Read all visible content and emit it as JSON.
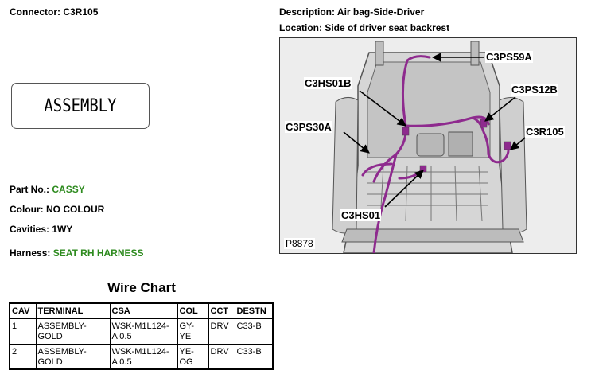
{
  "connector": {
    "label": "Connector:",
    "value": "C3R105"
  },
  "description": {
    "label": "Description:",
    "value": "Air bag-Side-Driver"
  },
  "location": {
    "label": "Location:",
    "value": "Side of driver seat backrest"
  },
  "assembly_box": "ASSEMBLY",
  "part_no": {
    "label": "Part No.:",
    "value": "CASSY"
  },
  "colour": {
    "label": "Colour:",
    "value": "NO COLOUR"
  },
  "cavities": {
    "label": "Cavities:",
    "value": "1WY"
  },
  "harness": {
    "label": "Harness:",
    "value": "SEAT RH HARNESS"
  },
  "wire_chart": {
    "title": "Wire Chart",
    "headers": [
      "CAV",
      "TERMINAL",
      "CSA",
      "COL",
      "CCT",
      "DESTN"
    ],
    "rows": [
      {
        "cav": "1",
        "terminal": [
          "ASSEMBLY-",
          "GOLD"
        ],
        "csa": [
          "WSK-M1L124-",
          "A 0.5"
        ],
        "col": [
          "GY-",
          "YE"
        ],
        "cct": "DRV",
        "destn": "C33-B"
      },
      {
        "cav": "2",
        "terminal": [
          "ASSEMBLY-",
          "GOLD"
        ],
        "csa": [
          "WSK-M1L124-",
          "A 0.5"
        ],
        "col": [
          "YE-",
          "OG"
        ],
        "cct": "DRV",
        "destn": "C33-B"
      }
    ]
  },
  "diagram": {
    "callouts": [
      "C3PS59A",
      "C3HS01B",
      "C3PS12B",
      "C3PS30A",
      "C3R105",
      "C3HS01"
    ],
    "picture_number": "P8878",
    "harness_color": "#8e2a8e"
  }
}
